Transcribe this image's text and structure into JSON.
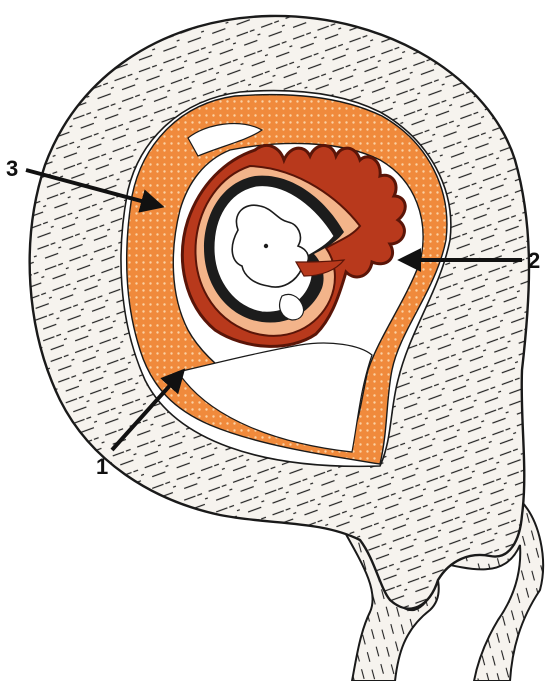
{
  "labels": [
    {
      "id": "label-1",
      "text": "1"
    },
    {
      "id": "label-2",
      "text": "2"
    },
    {
      "id": "label-3",
      "text": "3"
    }
  ],
  "colors": {
    "outline": "#1a1a1a",
    "wall_fill": "#f6f3ee",
    "decidua_orange": "#f08a3c",
    "chorion_red": "#b8391c",
    "chorion_dark": "#5a1508",
    "amnion_dark": "#1c1c1c",
    "cavity": "#ffffff",
    "arrow": "#111111"
  }
}
